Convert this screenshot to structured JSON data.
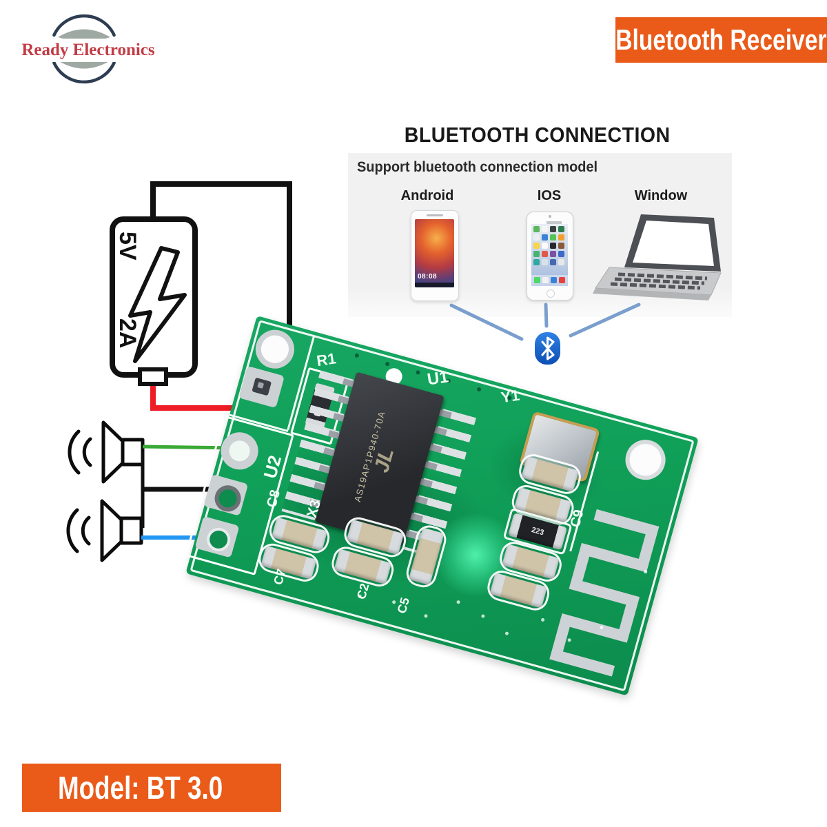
{
  "brand": {
    "logo_text": "Ready Electronics"
  },
  "banners": {
    "top": "Bluetooth Receiver",
    "bottom": "Model: BT 3.0"
  },
  "connection_panel": {
    "title": "BLUETOOTH CONNECTION",
    "subtitle": "Support bluetooth connection model",
    "devices": [
      {
        "label": "Android",
        "icon": "android-phone-icon",
        "screen_time": "08:08"
      },
      {
        "label": "IOS",
        "icon": "iphone-icon"
      },
      {
        "label": "Window",
        "icon": "laptop-icon"
      }
    ],
    "hub_icon": "bluetooth-icon"
  },
  "wiring": {
    "power_adapter": {
      "voltage": "5V",
      "current": "2A",
      "icon": "power-adapter-lightning-icon"
    },
    "speakers": [
      {
        "icon": "speaker-icon"
      },
      {
        "icon": "speaker-icon"
      }
    ],
    "wire_colors": {
      "positive": "#ee1c25",
      "ground": "#111111",
      "speaker_left": "#3aaa35",
      "speaker_right": "#2196f3"
    }
  },
  "pcb": {
    "board_color": "#10a058",
    "silkscreen": {
      "r1": "R1",
      "u1": "U1",
      "y1": "Y1",
      "u2": "U2",
      "c8": "C8",
      "x3": "X3",
      "c7": "C7",
      "c2": "C2",
      "c5": "C5",
      "c9": "C9"
    },
    "chip": {
      "brand": "JL",
      "marking": "AS19AP1P940-70A"
    },
    "component_223": "223"
  },
  "colors": {
    "accent_orange": "#ea5a19",
    "bluetooth_blue": "#1565c8",
    "connection_line": "#7b9fcc",
    "logo_red": "#c23b44",
    "logo_navy": "#2e3d52"
  }
}
